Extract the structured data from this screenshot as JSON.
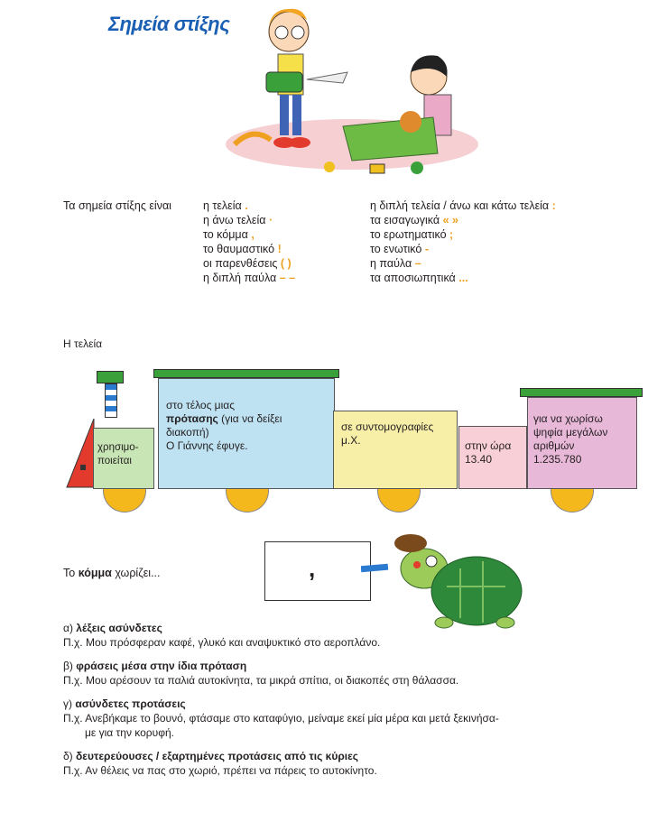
{
  "title": "Σημεία στίξης",
  "intro": {
    "lead": "Τα σημεία στίξης είναι",
    "left_items": [
      {
        "name": "η τελεία",
        "symbol": "."
      },
      {
        "name": "η άνω τελεία",
        "symbol": "·"
      },
      {
        "name": "το κόμμα",
        "symbol": ","
      },
      {
        "name": "το θαυμαστικό",
        "symbol": "!"
      },
      {
        "name": "οι παρενθέσεις",
        "symbol": "( )"
      },
      {
        "name": "η διπλή παύλα",
        "symbol": "– –"
      }
    ],
    "right_items": [
      {
        "name": "η διπλή τελεία / άνω και κάτω τελεία",
        "symbol": ":"
      },
      {
        "name": "τα εισαγωγικά",
        "symbol": "« »"
      },
      {
        "name": "το ερωτηματικό",
        "symbol": ";"
      },
      {
        "name": "το ενωτικό",
        "symbol": "-"
      },
      {
        "name": "η παύλα",
        "symbol": "–"
      },
      {
        "name": "τα αποσιωπητικά",
        "symbol": "..."
      }
    ]
  },
  "teleia": {
    "heading": "Η τελεία",
    "car1": "χρησιμο-ποιείται",
    "car2_line1": "στο τέλος μιας",
    "car2_bold": "πρότασης",
    "car2_rest": "(για να δείξει διακοπή)",
    "car2_example": "Ο Γιάννης έφυγε.",
    "car3": "σε συντομογραφίες μ.Χ.",
    "car4_line1": "στην ώρα",
    "car4_line2": "13.40",
    "car5_line1": "για να χωρίσω ψηφία μεγάλων αριθμών",
    "car5_line2": "1.235.780"
  },
  "komma": {
    "lead_pre": "Το ",
    "lead_bold": "κόμμα",
    "lead_post": " χωρίζει...",
    "symbol": ",",
    "items": [
      {
        "prefix": "α) ",
        "heading": "λέξεις ασύνδετες",
        "example": "Π.χ. Μου πρόσφεραν καφέ, γλυκό και αναψυκτικό στο αεροπλάνο."
      },
      {
        "prefix": "β) ",
        "heading": "φράσεις μέσα στην ίδια πρόταση",
        "example": "Π.χ. Μου αρέσουν τα παλιά αυτοκίνητα, τα μικρά σπίτια, οι διακοπές στη θάλασσα."
      },
      {
        "prefix": "γ)  ",
        "heading": "ασύνδετες προτάσεις",
        "example": "Π.χ. Ανεβήκαμε το βουνό, φτάσαμε στο καταφύγιο, μείναμε εκεί μία μέρα και μετά ξεκινήσα-",
        "example2": "με για την κορυφή."
      },
      {
        "prefix": "δ) ",
        "heading": "δευτερεύουσες / εξαρτημένες προτάσεις από τις κύριες",
        "example": "Π.χ. Αν θέλεις να πας στο χωριό, πρέπει να πάρεις το αυτοκίνητο."
      }
    ]
  },
  "colors": {
    "title": "#1a5fb4",
    "punctuation": "#f0a020",
    "wheel": "#f5b81c",
    "train_green": "#3aa13a"
  }
}
